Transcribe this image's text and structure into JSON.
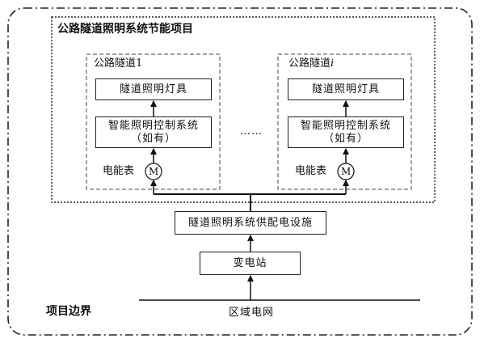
{
  "project_title": "公路隧道照明系统节能项目",
  "tunnels": [
    {
      "name_prefix": "公路隧道",
      "name_suffix": "1",
      "lamp_label": "隧道照明灯具",
      "control_label": "智能照明控制系统",
      "control_sub": "（如有）",
      "meter_label": "电能表",
      "meter_symbol": "M"
    },
    {
      "name_prefix": "公路隧道",
      "name_suffix": "i",
      "lamp_label": "隧道照明灯具",
      "control_label": "智能照明控制系统",
      "control_sub": "（如有）",
      "meter_label": "电能表",
      "meter_symbol": "M"
    }
  ],
  "ellipsis": "……",
  "supply_label": "隧道照明系统供配电设施",
  "substation_label": "变电站",
  "grid_label": "区域电网",
  "boundary_label": "项目边界"
}
